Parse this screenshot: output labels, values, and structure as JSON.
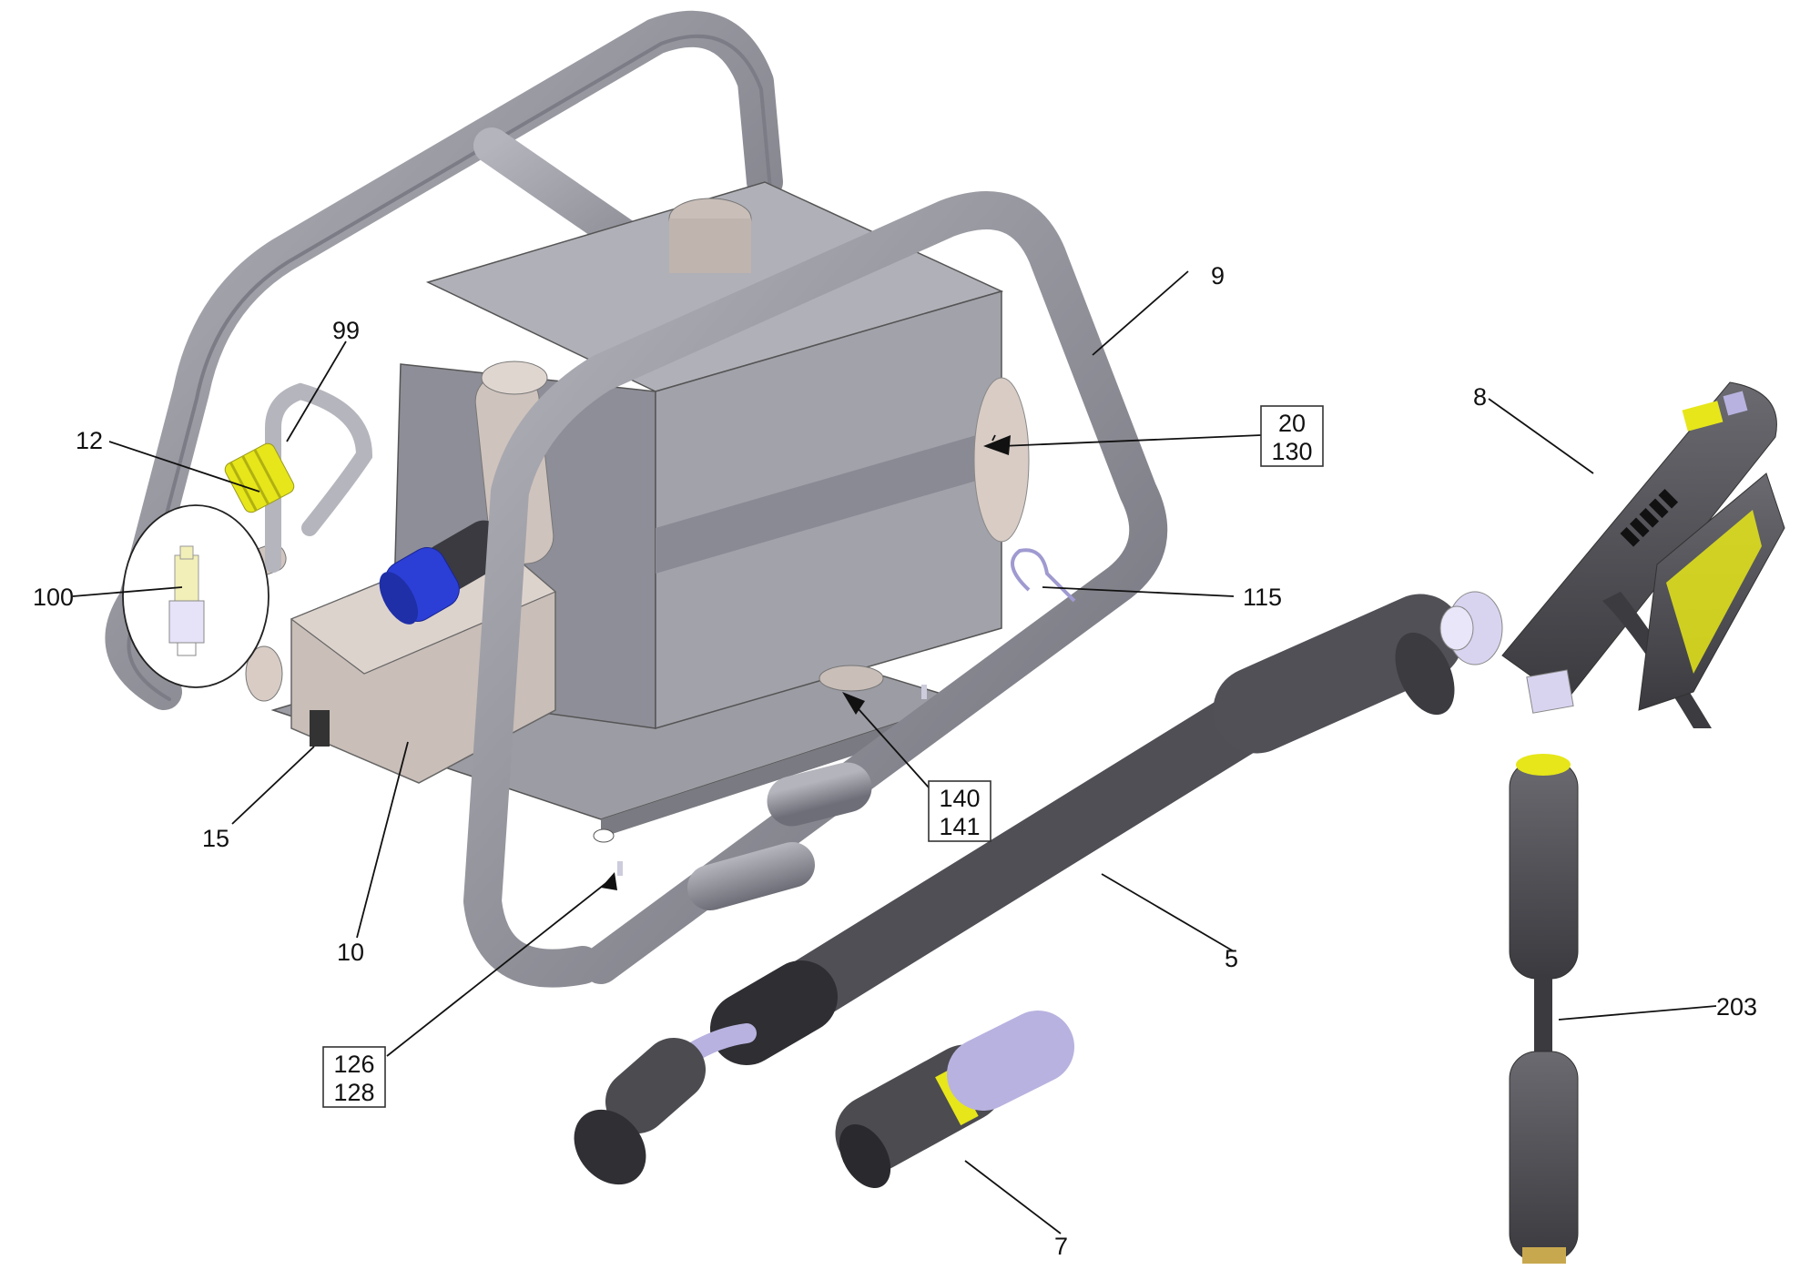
{
  "callouts": {
    "c9": "9",
    "c99": "99",
    "c12": "12",
    "c100": "100",
    "c8": "8",
    "c115": "115",
    "c15": "15",
    "c10": "10",
    "c5": "5",
    "c203": "203",
    "c7": "7",
    "box_20": "20",
    "box_130": "130",
    "box_140": "140",
    "box_141": "141",
    "box_126": "126",
    "box_128": "128"
  },
  "colors": {
    "frame_tube": "#8a8a94",
    "housing": "#9a9aa2",
    "pump_body": "#c9beb8",
    "valve_blue": "#2b3fd6",
    "accent_yellow": "#e6e61a",
    "gun_dark": "#4a4a4f",
    "nozzle_lilac": "#b8b2e0"
  },
  "icons": [
    "brand-logo-icon"
  ]
}
